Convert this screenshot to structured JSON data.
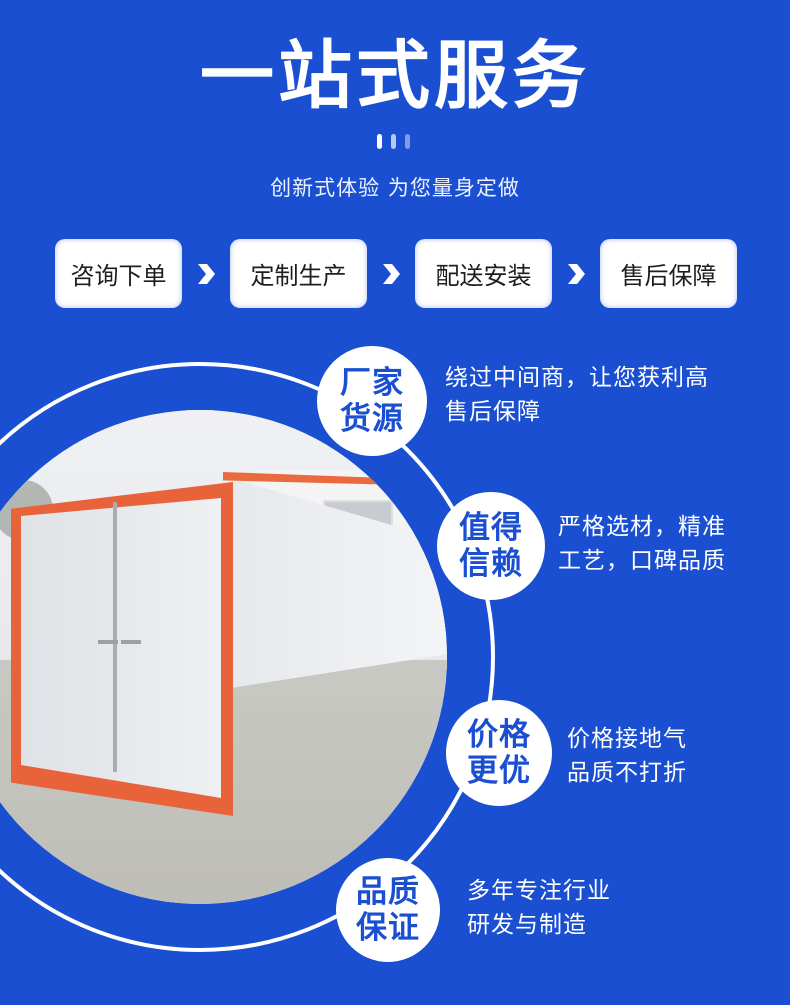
{
  "header": {
    "title": "一站式服务",
    "subtitle": "创新式体验 为您量身定做",
    "tick_colors": [
      "#ffffff",
      "#b7c8f2",
      "#7f9ee6"
    ]
  },
  "process_steps": [
    {
      "label": "咨询下单"
    },
    {
      "label": "定制生产"
    },
    {
      "label": "配送安装"
    },
    {
      "label": "售后保障"
    }
  ],
  "step_arrow_icon": "chevron-right-icon",
  "features": [
    {
      "badge_line1": "厂家",
      "badge_line2": "货源",
      "desc_line1": "绕过中间商，让您获利高",
      "desc_line2": "售后保障"
    },
    {
      "badge_line1": "值得",
      "badge_line2": "信赖",
      "desc_line1": "严格选材，精准",
      "desc_line2": "工艺，口碑品质"
    },
    {
      "badge_line1": "价格",
      "badge_line2": "更优",
      "desc_line1": "价格接地气",
      "desc_line2": "品质不打折"
    },
    {
      "badge_line1": "品质",
      "badge_line2": "保证",
      "desc_line1": "多年专注行业",
      "desc_line2": "研发与制造"
    }
  ],
  "product_photo": {
    "subject": "spray booth with orange frame and white panels"
  },
  "colors": {
    "background": "#1a4fd1",
    "accent_text": "#1a4fd1",
    "card": "#ffffff",
    "booth_frame": "#e8633a"
  }
}
